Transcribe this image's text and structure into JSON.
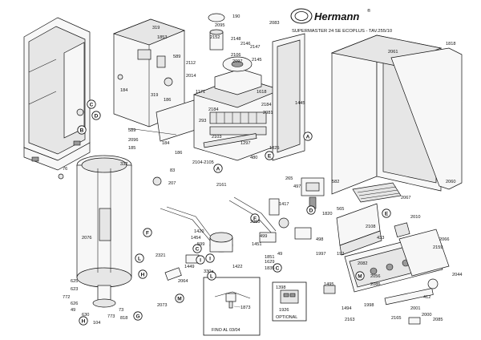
{
  "header": {
    "brand": "Hermann",
    "registered_mark": "®",
    "model_line": "SUPERMASTER 24 SE ECOPLUS - TAV.255/10"
  },
  "inset_box": {
    "caption": "FINO AL 03/04",
    "part_label": "1873"
  },
  "optional_box": {
    "caption": "OPTIONAL",
    "part_labels": [
      "1398",
      "1926"
    ]
  },
  "callouts": [
    "A",
    "B",
    "C",
    "D",
    "E",
    "F",
    "G",
    "H",
    "I",
    "L",
    "M"
  ],
  "part_labels": [
    "190",
    "2095",
    "2083",
    "2148",
    "2146",
    "2147",
    "2106",
    "2145",
    "2152",
    "2097",
    "319",
    "1853",
    "589",
    "2112",
    "2014",
    "184",
    "319",
    "186",
    "1171",
    "293",
    "2184",
    "2184",
    "2081",
    "1618",
    "1445",
    "2061",
    "1818",
    "589",
    "2096",
    "185",
    "184",
    "186",
    "76",
    "332",
    "83",
    "207",
    "2103",
    "2104-2105",
    "1297",
    "480",
    "1825",
    "265",
    "2161",
    "582",
    "497",
    "1417",
    "1820",
    "565",
    "2067",
    "2060",
    "2076",
    "1420",
    "1454",
    "599",
    "1449",
    "1422",
    "2321",
    "330a",
    "2064",
    "2073",
    "1451",
    "1629",
    "1851",
    "1835",
    "2063",
    "499",
    "49",
    "498",
    "1997",
    "192",
    "2082",
    "2108",
    "433",
    "2010",
    "2086",
    "2056",
    "2159",
    "2066",
    "1495",
    "1494",
    "1998",
    "412",
    "2044",
    "2001",
    "2000",
    "2165",
    "2085",
    "2163",
    "625",
    "623",
    "772",
    "626",
    "49",
    "630",
    "773",
    "818",
    "73",
    "104"
  ]
}
